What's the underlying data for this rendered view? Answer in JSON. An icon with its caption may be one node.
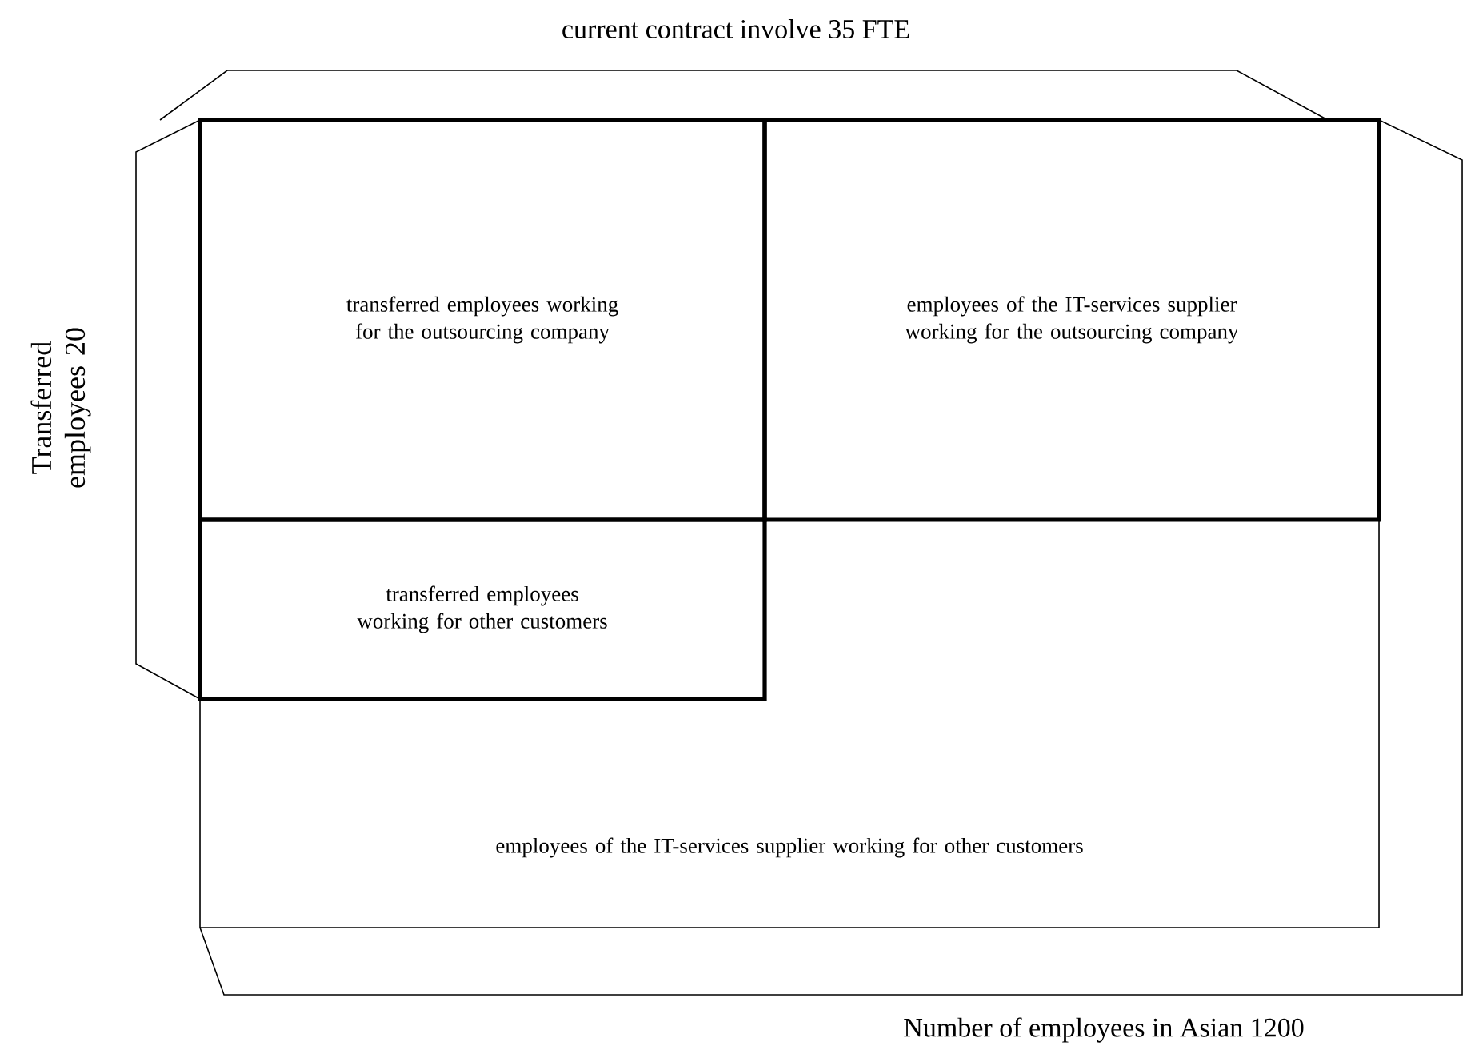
{
  "diagram": {
    "nodes": [
      {
        "text": [
          "employees of the IT-services supplier working for other customers"
        ]
      },
      {
        "text": [
          "transferred employees working for the outsourcing company"
        ],
        "in": 0
      },
      {
        "text": [
          "employees of the IT-services supplier working for the outsourcing company"
        ],
        "in": 0
      },
      {
        "text": [
          "transferred employees working for other customers"
        ],
        "in": 0
      }
    ],
    "labels": [
      "current contract involve 35 FTE",
      "Transferred employees 20",
      "Number of employees in Asian 1200"
    ]
  }
}
